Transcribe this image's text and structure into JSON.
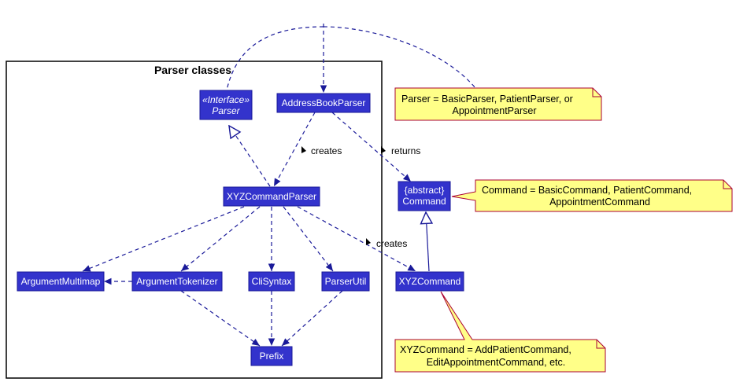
{
  "package": {
    "title": "Parser classes"
  },
  "classes": {
    "parser": {
      "stereotype": "«Interface»",
      "name": "Parser"
    },
    "address_book_parser": {
      "name": "AddressBookParser"
    },
    "xyz_command_parser": {
      "name": "XYZCommandParser"
    },
    "command": {
      "stereotype": "{abstract}",
      "name": "Command"
    },
    "argument_multimap": {
      "name": "ArgumentMultimap"
    },
    "argument_tokenizer": {
      "name": "ArgumentTokenizer"
    },
    "cli_syntax": {
      "name": "CliSyntax"
    },
    "parser_util": {
      "name": "ParserUtil"
    },
    "xyz_command": {
      "name": "XYZCommand"
    },
    "prefix": {
      "name": "Prefix"
    }
  },
  "edge_labels": {
    "creates_parser": "creates",
    "returns": "returns",
    "creates_command": "creates"
  },
  "notes": {
    "parser_note": [
      "Parser = BasicParser, PatientParser, or",
      "AppointmentParser"
    ],
    "command_note": [
      "Command = BasicCommand, PatientCommand,",
      "AppointmentCommand"
    ],
    "xyz_note": [
      "XYZCommand = AddPatientCommand,",
      "EditAppointmentCommand, etc."
    ]
  },
  "colors": {
    "class_fill": "#3333cc",
    "line": "#1a1a99",
    "note_fill": "#ffff88",
    "note_border": "#aa0033"
  }
}
